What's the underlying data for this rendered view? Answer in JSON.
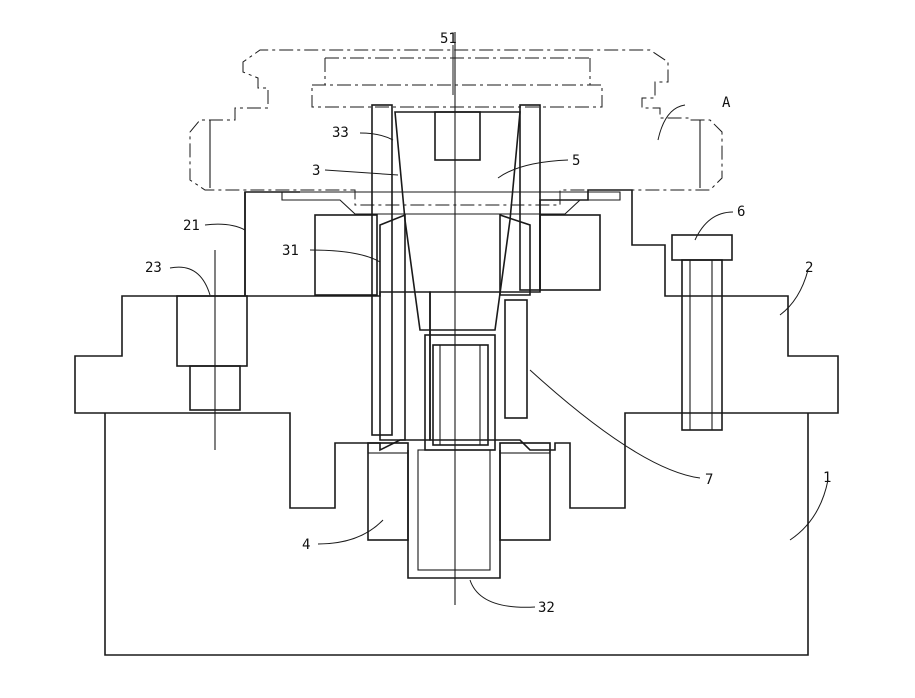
{
  "labels": {
    "l51": "51",
    "lA": "A",
    "l33": "33",
    "l5": "5",
    "l3": "3",
    "l6": "6",
    "l21": "21",
    "l31": "31",
    "l23": "23",
    "l2": "2",
    "l7": "7",
    "l1": "1",
    "l4": "4",
    "l32": "32"
  }
}
